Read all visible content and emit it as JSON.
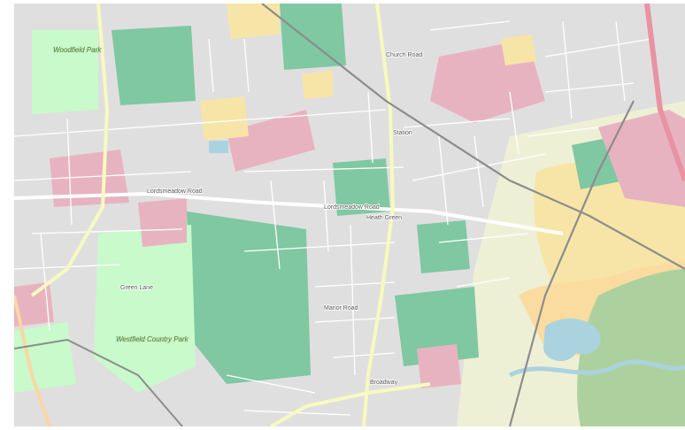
{
  "map": {
    "colors": {
      "residential": "#e0dfdf",
      "park": "#c8facc",
      "wood": "#add19e",
      "forest": "#7fc8a1",
      "industrial": "#ebdbe8",
      "retail": "#ffd6d1",
      "farmland": "#eef0d5",
      "allotment": "#f2efb9",
      "water": "#aad3df",
      "railway": "#8c8c8c",
      "motorway": "#e892a2",
      "primary_road": "#fcd6a4",
      "secondary_road": "#f7fabf",
      "minor_road": "#ffffff"
    },
    "labels": {
      "park_north_west": "Woodfield Park",
      "country_park": "Westfield Country Park",
      "main_road_west": "Lordsmeadow Road",
      "main_road_east": "Lordsmeadow Road",
      "village_centre": "Heath Green",
      "station": "Station",
      "road_north": "Church Road",
      "road_south": "Broadway",
      "road_lower": "Manor Road",
      "road_upper": "Green Lane"
    }
  }
}
